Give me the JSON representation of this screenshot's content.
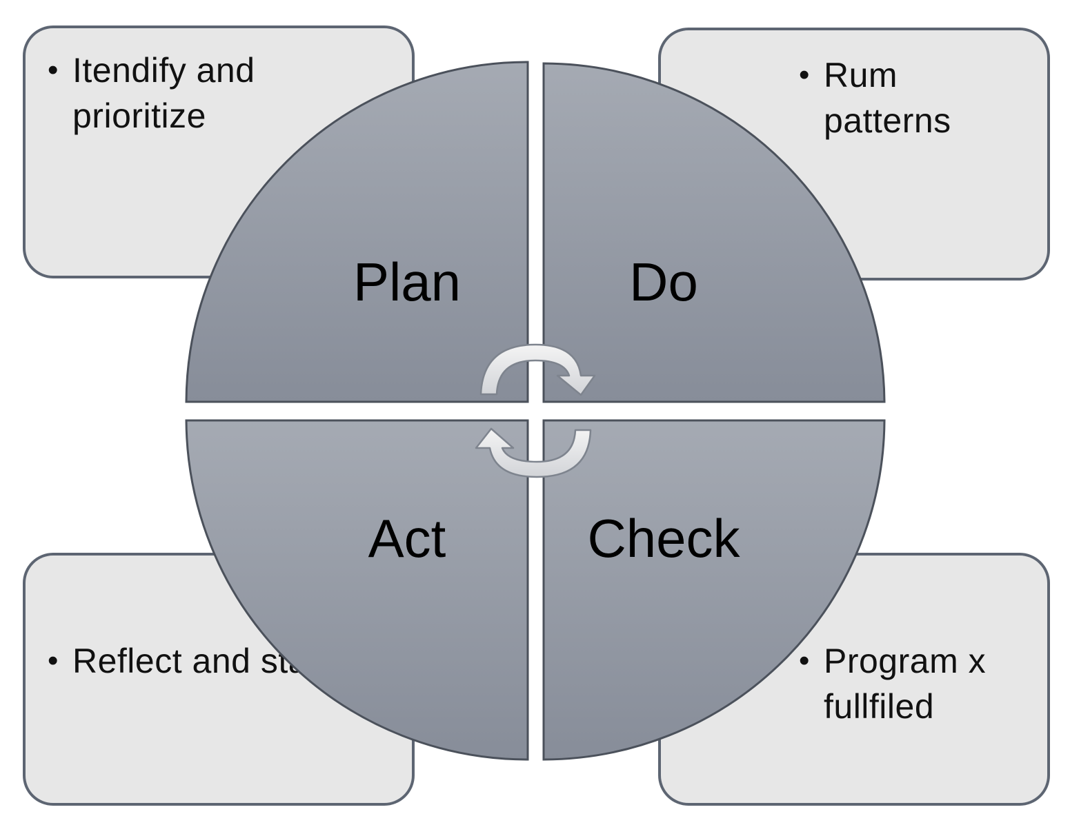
{
  "quadrants": {
    "plan": {
      "label": "Plan",
      "note": "Itendify and prioritize"
    },
    "do": {
      "label": "Do",
      "note": "Rum patterns"
    },
    "check": {
      "label": "Check",
      "note": "Program x fullfiled"
    },
    "act": {
      "label": "Act",
      "note": "Reflect and start"
    }
  },
  "icons": {
    "center": [
      "clockwise-arrow-icon",
      "counter-clockwise-arrow-icon"
    ]
  },
  "colors": {
    "quadrant_top": "#a3a8b1",
    "quadrant_bottom": "#878d99",
    "quadrant_stroke": "#4b515b",
    "note_fill": "#e7e7e7",
    "note_stroke": "#5d6572"
  }
}
